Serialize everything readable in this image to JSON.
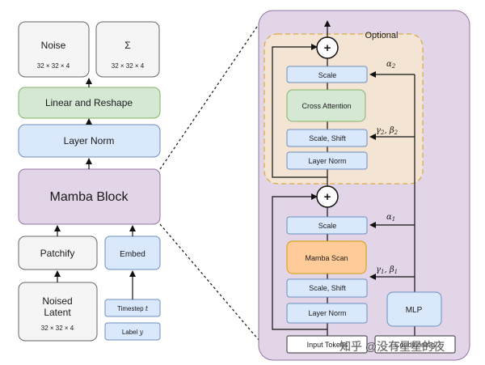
{
  "left_stack": {
    "noise": {
      "label": "Noise",
      "dims": "32 × 32 × 4"
    },
    "sigma": {
      "label": "Σ",
      "dims": "32 × 32 × 4"
    },
    "linear_reshape": "Linear and Reshape",
    "layer_norm": "Layer Norm",
    "mamba_block": "Mamba Block",
    "patchify": "Patchify",
    "embed": "Embed",
    "noised_latent": {
      "line1": "Noised",
      "line2": "Latent",
      "dims": "32 × 32 × 4"
    },
    "timestep": "Timestep",
    "timestep_var": "t",
    "label": "Label",
    "label_var": "y"
  },
  "detail_panel": {
    "optional_label": "Optional",
    "optional_block": {
      "scale": "Scale",
      "cross_attention": "Cross Attention",
      "scale_shift": "Scale, Shift",
      "layer_norm": "Layer Norm",
      "alpha": "α",
      "alpha_sub": "2",
      "gamma_beta": "γ",
      "gamma_sub": "2",
      "beta": "β",
      "beta_sub": "2"
    },
    "main_block": {
      "scale": "Scale",
      "mamba_scan": "Mamba Scan",
      "scale_shift": "Scale, Shift",
      "layer_norm": "Layer Norm",
      "mlp": "MLP",
      "alpha": "α",
      "alpha_sub": "1",
      "gamma": "γ",
      "gamma_sub": "1",
      "beta": "β",
      "beta_sub": "1"
    },
    "input_tokens": "Input Tokens",
    "conditioning": "Conditioning",
    "plus": "+"
  },
  "watermark": "知乎 @没有星星的夜",
  "colors": {
    "grey_fill": "#f5f5f5",
    "grey_stroke": "#666666",
    "green_fill": "#d5e8d4",
    "green_stroke": "#82b366",
    "blue_fill": "#dae8fc",
    "blue_stroke": "#6c8ebf",
    "purple_fill": "#e1d5e7",
    "purple_stroke": "#9673a6",
    "orange_fill": "#ffcc99",
    "orange_stroke": "#d79b00",
    "optional_fill": "#f5e6d3"
  }
}
